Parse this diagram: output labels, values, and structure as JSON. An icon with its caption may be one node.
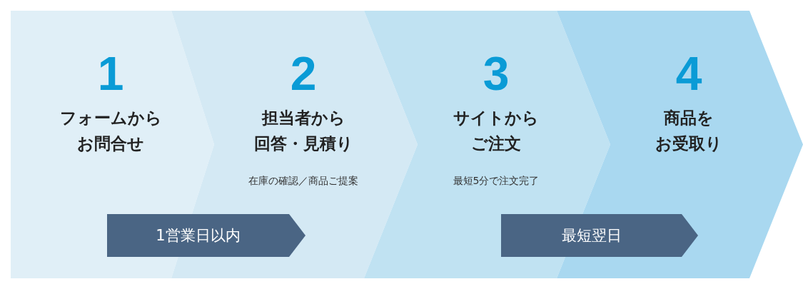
{
  "diagram": {
    "nodes": [
      {
        "text": [
          "1",
          "フォームからお問合せ"
        ]
      },
      {
        "text": [
          "2",
          "担当者から回答・見積り",
          "在庫の確認／商品ご提案"
        ]
      },
      {
        "text": [
          "3",
          "サイトからご注文",
          "最短5分で注文完了"
        ]
      },
      {
        "text": [
          "4",
          "商品をお受取り"
        ]
      },
      {
        "text": [
          "1営業日以内"
        ]
      },
      {
        "text": [
          "最短翌日"
        ]
      }
    ]
  }
}
